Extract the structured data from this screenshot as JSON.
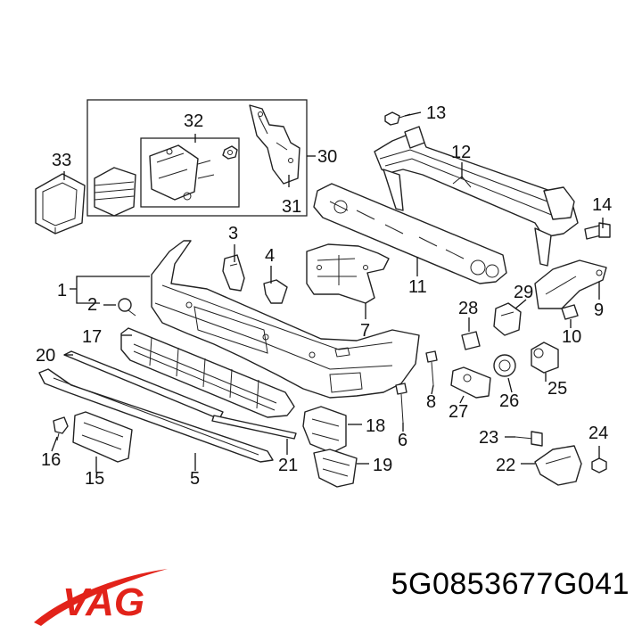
{
  "callouts": {
    "c1": "1",
    "c2": "2",
    "c3": "3",
    "c4": "4",
    "c5": "5",
    "c6": "6",
    "c7": "7",
    "c8": "8",
    "c9": "9",
    "c10": "10",
    "c11": "11",
    "c12": "12",
    "c13": "13",
    "c14": "14",
    "c15": "15",
    "c16": "16",
    "c17": "17",
    "c18": "18",
    "c19": "19",
    "c20": "20",
    "c21": "21",
    "c22": "22",
    "c23": "23",
    "c24": "24",
    "c25": "25",
    "c26": "26",
    "c27": "27",
    "c28": "28",
    "c29": "29",
    "c30": "30",
    "c31": "31",
    "c32": "32",
    "c33": "33"
  },
  "brand": {
    "logo_text": "VAG",
    "logo_color": "#e2231a"
  },
  "part_number": "5G0853677G041"
}
